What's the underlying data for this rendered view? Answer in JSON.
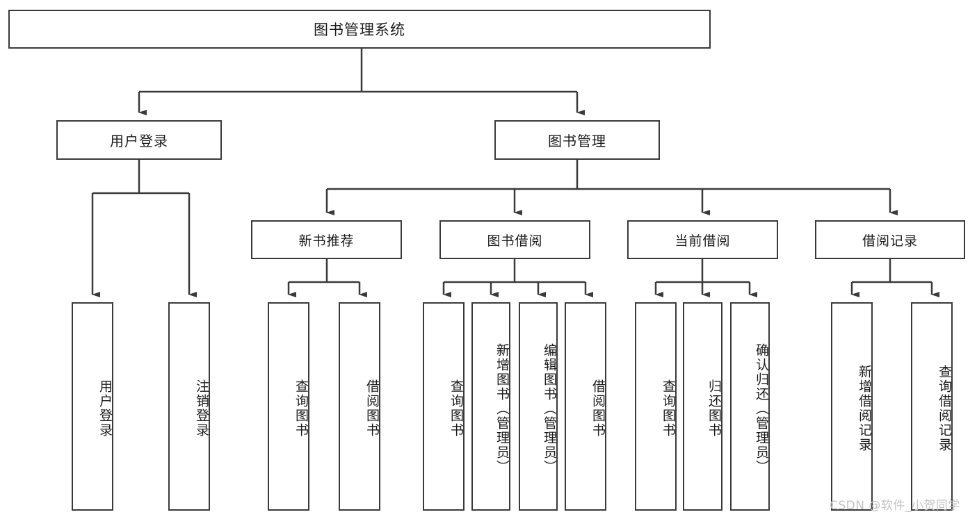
{
  "diagram": {
    "title": "图书管理系统",
    "type": "功能结构图",
    "nodes": {
      "root": {
        "label": "图书管理系统"
      },
      "level2": [
        {
          "id": "user-login",
          "label": "用户登录"
        },
        {
          "id": "book-management",
          "label": "图书管理"
        }
      ],
      "level3": [
        {
          "id": "new-book-recommend",
          "label": "新书推荐"
        },
        {
          "id": "book-borrow",
          "label": "图书借阅"
        },
        {
          "id": "current-borrow",
          "label": "当前借阅"
        },
        {
          "id": "borrow-record",
          "label": "借阅记录"
        }
      ],
      "leaves": {
        "user_login": [
          {
            "id": "leaf-user-login",
            "label": "用户登录"
          },
          {
            "id": "leaf-logout-login",
            "label": "注销登录"
          }
        ],
        "new_book_recommend": [
          {
            "id": "leaf-query-book-1",
            "label": "查询图书"
          },
          {
            "id": "leaf-borrow-book-1",
            "label": "借阅图书"
          }
        ],
        "book_borrow": [
          {
            "id": "leaf-query-book-2",
            "label": "查询图书"
          },
          {
            "id": "leaf-add-book-admin",
            "label": "新增图书（管理员）"
          },
          {
            "id": "leaf-edit-book-admin",
            "label": "编辑图书（管理员）"
          },
          {
            "id": "leaf-borrow-book-2",
            "label": "借阅图书"
          }
        ],
        "current_borrow": [
          {
            "id": "leaf-query-book-3",
            "label": "查询图书"
          },
          {
            "id": "leaf-return-book",
            "label": "归还图书"
          },
          {
            "id": "leaf-confirm-return-admin",
            "label": "确认归还（管理员）"
          }
        ],
        "borrow_record": [
          {
            "id": "leaf-add-borrow-record",
            "label": "新增借阅记录"
          },
          {
            "id": "leaf-query-borrow-record",
            "label": "查询借阅记录"
          }
        ]
      }
    },
    "watermark": "CSDN @软件_小贺同学",
    "colors": {
      "border": "#3a3a3a",
      "background": "#ffffff",
      "text": "#1b1b1b",
      "edge": "#3a3a3a",
      "watermark": "#c3c3c3"
    }
  }
}
